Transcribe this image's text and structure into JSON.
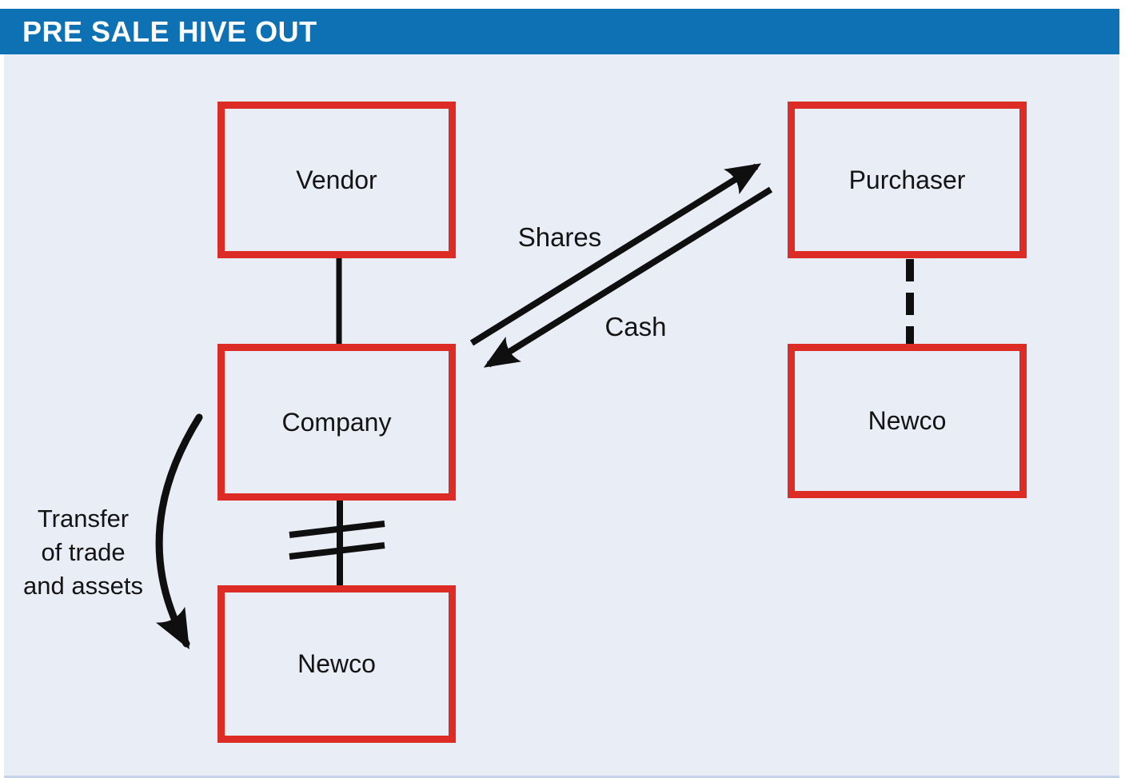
{
  "header": {
    "title": "PRE SALE HIVE OUT"
  },
  "diagram": {
    "nodes": [
      {
        "id": "vendor",
        "label": "Vendor"
      },
      {
        "id": "purchaser",
        "label": "Purchaser"
      },
      {
        "id": "company",
        "label": "Company"
      },
      {
        "id": "newco-right",
        "label": "Newco"
      },
      {
        "id": "newco-bottom",
        "label": "Newco"
      }
    ],
    "edges": [
      {
        "from": "vendor",
        "to": "company",
        "style": "solid-line"
      },
      {
        "from": "purchaser",
        "to": "newco-right",
        "style": "dashed-line"
      },
      {
        "from": "company",
        "to": "purchaser",
        "style": "arrow",
        "label_key": "shares"
      },
      {
        "from": "purchaser",
        "to": "company",
        "style": "arrow",
        "label_key": "cash"
      },
      {
        "from": "company",
        "to": "newco-bottom",
        "style": "severed-line-with-break-marks"
      },
      {
        "from": "company",
        "to": "newco-bottom",
        "style": "curved-arrow",
        "label_key": "transfer"
      }
    ],
    "labels": {
      "shares": "Shares",
      "cash": "Cash",
      "transfer_line1": "Transfer",
      "transfer_line2": "of trade",
      "transfer_line3": "and assets"
    }
  },
  "colors": {
    "header_blue": "#0e71b3",
    "box_border_red": "#dd2b26",
    "stage_background": "#e8edf6",
    "line_black": "#0f0f0f",
    "bottom_rule_blue": "#c5d3e8",
    "title_text": "#ffffff"
  }
}
